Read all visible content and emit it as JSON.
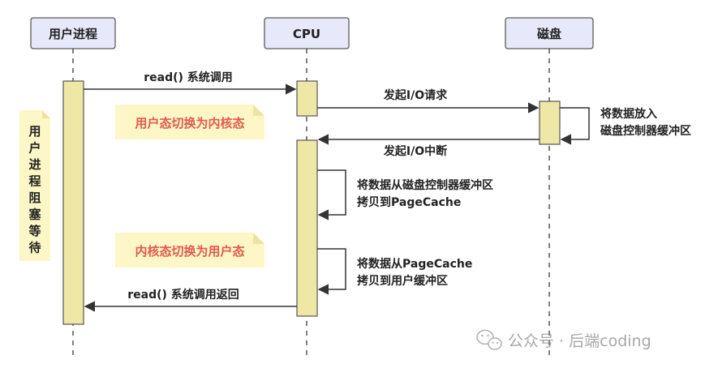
{
  "participants": {
    "user_process": "用户进程",
    "cpu": "CPU",
    "disk": "磁盘"
  },
  "messages": {
    "read_call": "read() 系统调用",
    "io_request": "发起I/O请求",
    "io_interrupt": "发起I/O中断",
    "read_return": "read() 系统调用返回"
  },
  "self_actions": {
    "disk_buffer": [
      "将数据放入",
      "磁盘控制器缓冲区"
    ],
    "copy_to_pagecache": [
      "将数据从磁盘控制器缓冲区",
      "拷贝到PageCache"
    ],
    "copy_to_user": [
      "将数据从PageCache",
      "拷贝到用户缓冲区"
    ]
  },
  "notes": {
    "user_to_kernel": "用户态切换为内核态",
    "kernel_to_user": "内核态切换为用户态",
    "blocked": [
      "用",
      "户",
      "进",
      "程",
      "阻",
      "塞",
      "等",
      "待"
    ]
  },
  "watermark": "公众号 · 后端coding",
  "colors": {
    "participant_fill": "#e8e8fb",
    "participant_stroke": "#5a5a5a",
    "activation_fill": "#eee7a5",
    "note_fill": "#fdf6c6",
    "note_text": "#e05a4f",
    "line": "#333333"
  }
}
